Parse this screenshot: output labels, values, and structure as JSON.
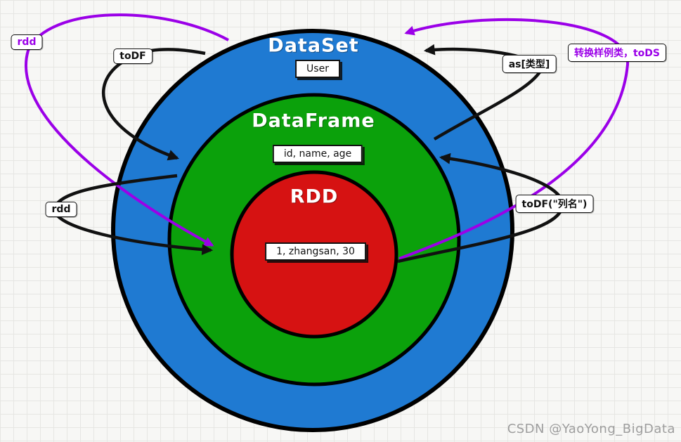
{
  "colors": {
    "dataset_blue": "#1f7ad2",
    "dataframe_green": "#0ba10b",
    "rdd_red": "#d61212",
    "purple": "#9b00e8",
    "black": "#111111"
  },
  "circles": {
    "dataset": {
      "title": "DataSet",
      "box": "User"
    },
    "dataframe": {
      "title": "DataFrame",
      "box": "id, name, age"
    },
    "rdd": {
      "title": "RDD",
      "box": "1, zhangsan, 30"
    }
  },
  "labels": {
    "rdd_top_left": "rdd",
    "todf_top_left": "toDF",
    "as_type": "as[类型]",
    "case_class_tods": "转换样例类，toDS",
    "rdd_left": "rdd",
    "todf_colname": "toDF(\"列名\")"
  },
  "watermark": "CSDN @YaoYong_BigData"
}
